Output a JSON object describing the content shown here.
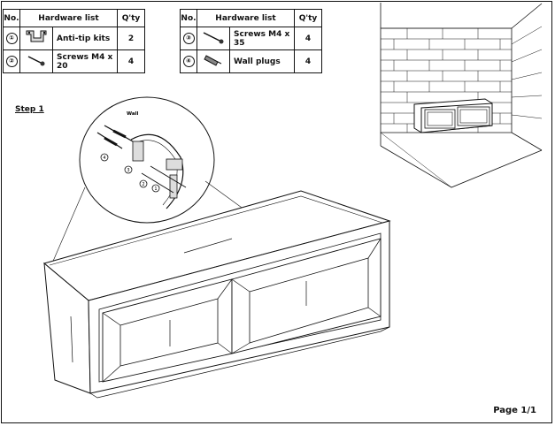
{
  "tables": [
    {
      "headers": {
        "no": "No.",
        "list": "Hardware list",
        "qty": "Q'ty"
      },
      "rows": [
        {
          "no": "①",
          "icon": "anti-tip-bracket-icon",
          "name": "Anti-tip kits",
          "qty": "2"
        },
        {
          "no": "②",
          "icon": "screw-icon",
          "name": "Screws M4 x 20",
          "qty": "4"
        }
      ]
    },
    {
      "headers": {
        "no": "No.",
        "list": "Hardware list",
        "qty": "Q'ty"
      },
      "rows": [
        {
          "no": "③",
          "icon": "screw-icon",
          "name": "Screws M4 x 35",
          "qty": "4"
        },
        {
          "no": "④",
          "icon": "wall-plug-icon",
          "name": "Wall plugs",
          "qty": "4"
        }
      ]
    }
  ],
  "step_label": "Step 1",
  "detail": {
    "wall_label": "Wall",
    "callouts": [
      "4",
      "3",
      "2",
      "1"
    ]
  },
  "page_label": "Page 1/1"
}
